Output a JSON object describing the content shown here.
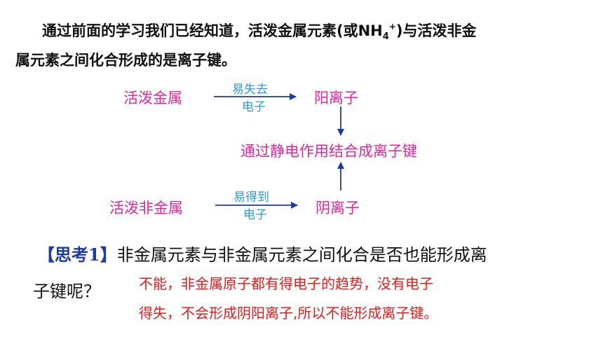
{
  "intro": {
    "line1": "通过前面的学习我们已经知道，活泼金属元素(或NH",
    "sub": "4",
    "sup": "+",
    "line1_end": ")与活泼非金",
    "line2": "属元素之间化合形成的是离子键。"
  },
  "diagram": {
    "active_metal": "活泼金属",
    "active_nonmetal": "活泼非金属",
    "cation": "阳离子",
    "anion": "阴离子",
    "combine": "通过静电作用结合成离子键",
    "lose_top": "易失去",
    "lose_bottom": "电子",
    "gain_top": "易得到",
    "gain_bottom": "电子"
  },
  "question": {
    "tag": "【思考1】",
    "line1": "非金属元素与非金属元素之间化合是否也能形成离",
    "line2": "子键呢？"
  },
  "answer": {
    "line1": "不能，非金属原子都有得电子的趋势，没有电子",
    "line2": "得失，不会形成阴阳离子,所以不能形成离子键。"
  },
  "colors": {
    "magenta": "#e0249a",
    "cyan": "#2e9bd6",
    "arrow": "#1f3aa0",
    "answer_red": "#e01b1b"
  }
}
